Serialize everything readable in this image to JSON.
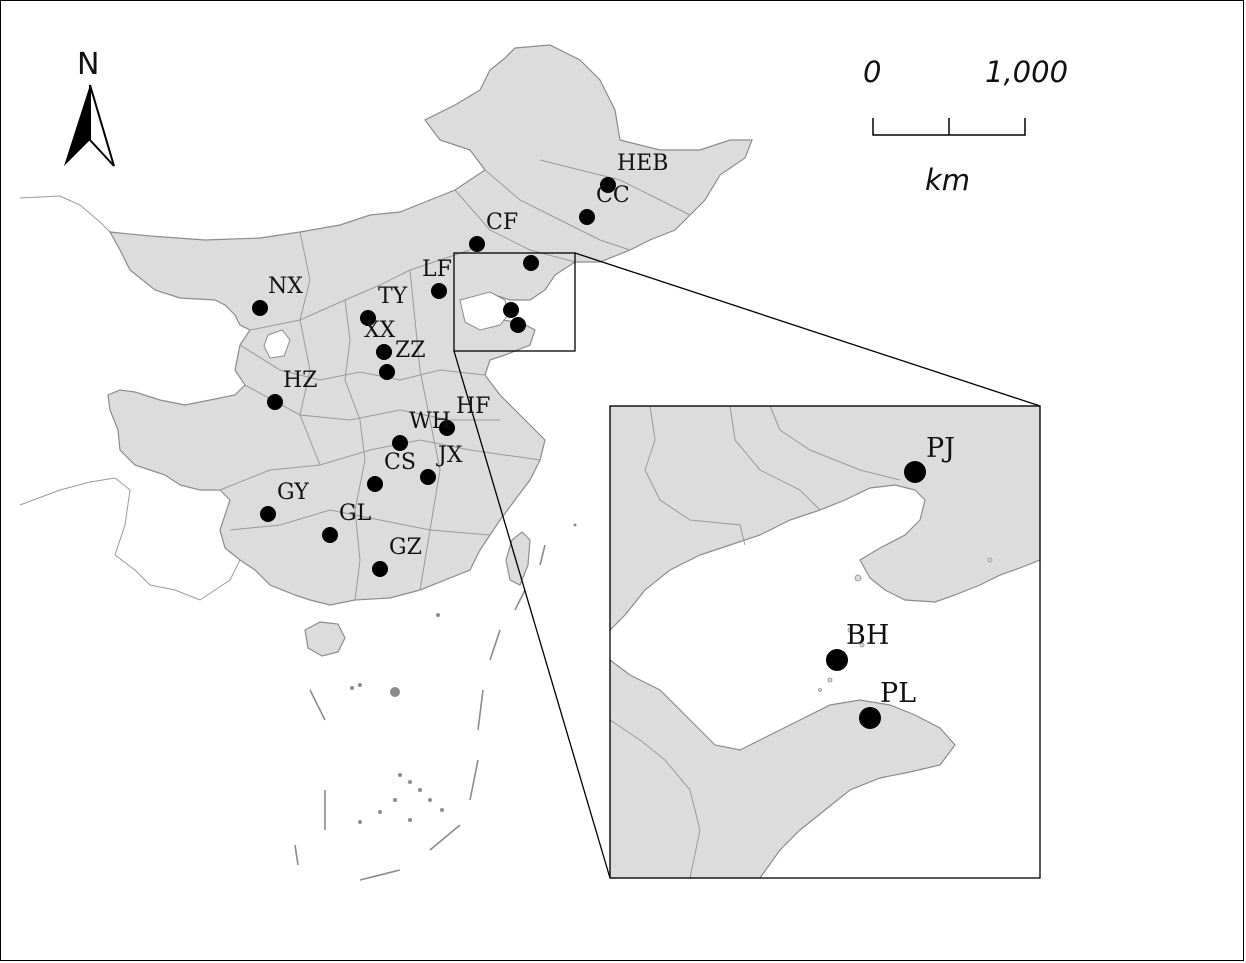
{
  "north_arrow": {
    "label": "N",
    "icon": "north-arrow-icon"
  },
  "scale_bar": {
    "start_label": "0",
    "end_label": "1,000",
    "unit": "km"
  },
  "sites": [
    {
      "id": "HEB",
      "label": "HEB"
    },
    {
      "id": "CC",
      "label": "CC"
    },
    {
      "id": "CF",
      "label": "CF"
    },
    {
      "id": "LF",
      "label": "LF"
    },
    {
      "id": "NX",
      "label": "NX"
    },
    {
      "id": "TY",
      "label": "TY"
    },
    {
      "id": "XX",
      "label": "XX"
    },
    {
      "id": "ZZ",
      "label": "ZZ"
    },
    {
      "id": "HZ",
      "label": "HZ"
    },
    {
      "id": "HF",
      "label": "HF"
    },
    {
      "id": "WH",
      "label": "WH"
    },
    {
      "id": "JX",
      "label": "JX"
    },
    {
      "id": "CS",
      "label": "CS"
    },
    {
      "id": "GY",
      "label": "GY"
    },
    {
      "id": "GL",
      "label": "GL"
    },
    {
      "id": "GZ",
      "label": "GZ"
    }
  ],
  "inset_sites": [
    {
      "id": "PJ",
      "label": "PJ"
    },
    {
      "id": "BH",
      "label": "BH"
    },
    {
      "id": "PL",
      "label": "PL"
    }
  ],
  "colors": {
    "land": "#dcdcdc",
    "boundary": "#8c8c8c",
    "site_marker": "#000000",
    "sea": "#ffffff"
  }
}
